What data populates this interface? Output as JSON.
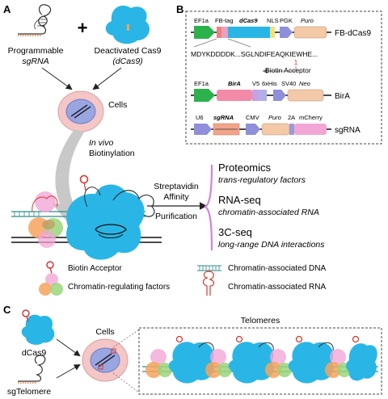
{
  "panel_a": {
    "letter": "A",
    "sgrna_line1": "Programmable",
    "sgrna_line2": "sgRNA",
    "plus": "+",
    "dcas9_line1": "Deactivated Cas9",
    "dcas9_line2": "(dCas9)",
    "cells": "Cells",
    "invivo_line1": "In vivo",
    "invivo_line2": "Biotinylation",
    "strep_line1": "Streptavidin",
    "strep_line2": "Affinity",
    "purification": "Purification",
    "outputs": [
      {
        "title": "Proteomics",
        "subtitle": "trans-regulatory factors"
      },
      {
        "title": "RNA-seq",
        "subtitle": "chromatin-associated RNA"
      },
      {
        "title": "3C-seq",
        "subtitle": "long-range DNA interactions"
      }
    ]
  },
  "panel_b": {
    "letter": "B",
    "construct1": {
      "labels": [
        "EF1a",
        "FB-tag",
        "dCas9",
        "NLS",
        "PGK",
        "Puro"
      ],
      "name": "FB-dCas9",
      "sequence": "MDYKDDDDK...SGLNDIFEAQKIEWHE...",
      "seq_highlight": "K",
      "site_number": "1",
      "acceptor_label": "Biotin Acceptor"
    },
    "construct2": {
      "labels": [
        "EF1a",
        "BirA",
        "V5",
        "6xHis",
        "SV40",
        "Neo"
      ],
      "name": "BirA"
    },
    "construct3": {
      "labels": [
        "U6",
        "sgRNA",
        "CMV",
        "Puro",
        "2A",
        "mCherry"
      ],
      "name": "sgRNA"
    }
  },
  "legend": [
    {
      "label": "Biotin Acceptor",
      "icon": "biotin-acceptor-icon"
    },
    {
      "label": "Chromatin-associated DNA",
      "icon": "dna-icon"
    },
    {
      "label": "Chromatin-regulating factors",
      "icon": "factors-icon"
    },
    {
      "label": "Chromatin-associated RNA",
      "icon": "rna-icon"
    }
  ],
  "panel_c": {
    "letter": "C",
    "dcas9": "dCas9",
    "sgtelomere": "sgTelomere",
    "cells": "Cells",
    "telomeres": "Telomeres"
  },
  "colors": {
    "cas9": "#29b6e6",
    "promoter": "#2bb24c",
    "fbtag": "#f08080",
    "puro": "#f3c9a8",
    "bira": "#f28aa8",
    "arrow_purple": "#8f8fdc",
    "cell": "#f4c6c6",
    "nucleus": "#9aa6e0",
    "factor_orange": "#f7a35c",
    "factor_green": "#9bd57a",
    "factor_pink": "#f2a6d6",
    "dna": "#2c8c8c",
    "biotin": "#d9362e",
    "bracket": "#d084d8"
  }
}
